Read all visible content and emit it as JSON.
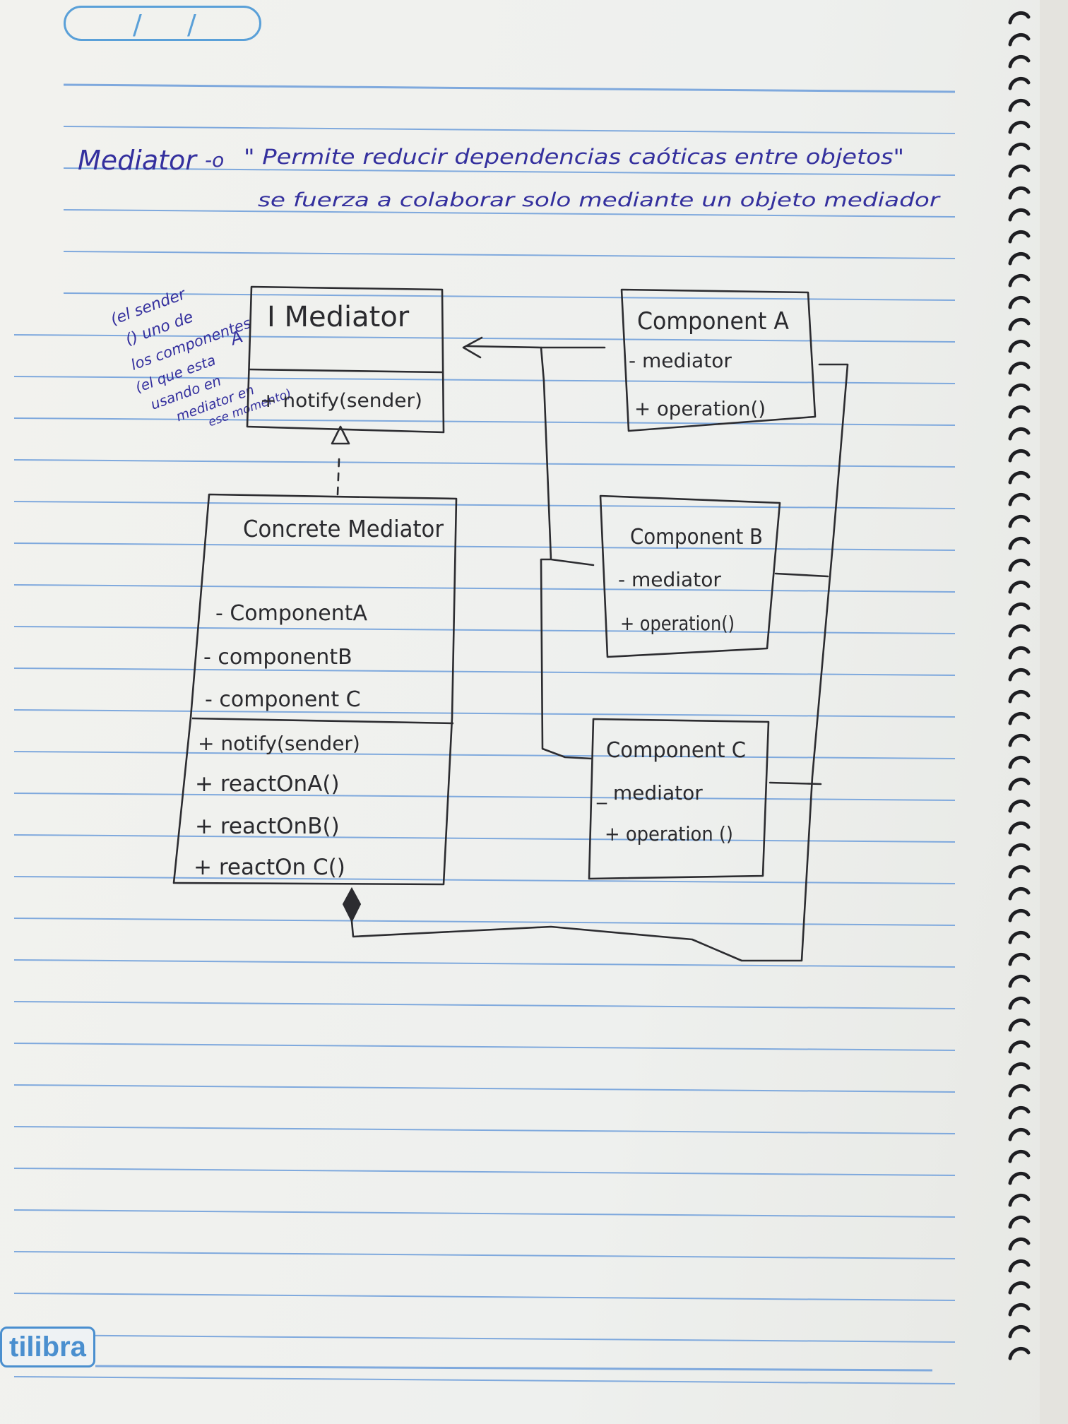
{
  "notebook": {
    "brand": "tilibra",
    "date_field": [
      "/",
      "/"
    ]
  },
  "heading": {
    "term": "Mediator",
    "arrow": "-o",
    "definition_line1": "\" Permite reducir dependencias caóticas entre objetos\"",
    "definition_line2": "se fuerza a colaborar solo mediante un objeto mediador"
  },
  "side_note": {
    "lines": [
      "(el sender",
      "() uno de",
      "los componentes",
      "(el que esta",
      "A",
      "usando en",
      "mediator en",
      "ese momento)"
    ]
  },
  "interface_box": {
    "name": "I Mediator",
    "method": "+ notify(sender)"
  },
  "concrete_box": {
    "name": "Concrete Mediator",
    "fields": [
      "- ComponentA",
      "- componentB",
      "- component C"
    ],
    "methods": [
      "+ notify(sender)",
      "+ reactOnA()",
      "+ reactOnB()",
      "+ reactOn C()"
    ]
  },
  "components": [
    {
      "name": "Component A",
      "field": "- mediator",
      "method": "+ operation()"
    },
    {
      "name": "Component B",
      "field": "- mediator",
      "method": "+ operation()"
    },
    {
      "name": "Component C",
      "field": "_ mediator",
      "method": "+ operation ()"
    }
  ],
  "colors": {
    "rule_line": "#7fa9dd",
    "blue_ink": "#34309e",
    "black_ink": "#2a2a2e",
    "brand": "#4a8fcf"
  }
}
